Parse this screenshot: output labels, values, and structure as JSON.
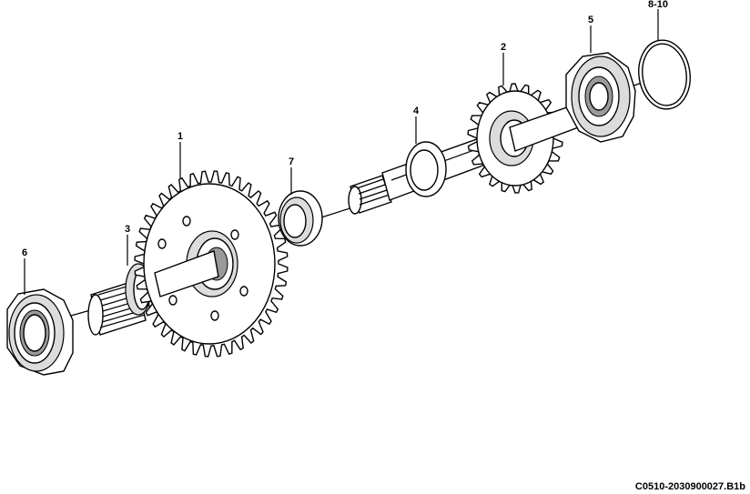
{
  "callouts": {
    "c1": "1",
    "c2": "2",
    "c3": "3",
    "c4": "4",
    "c5": "5",
    "c6": "6",
    "c7": "7",
    "c8": "8-10"
  },
  "reference_code": "C0510-2030900027.B1b"
}
